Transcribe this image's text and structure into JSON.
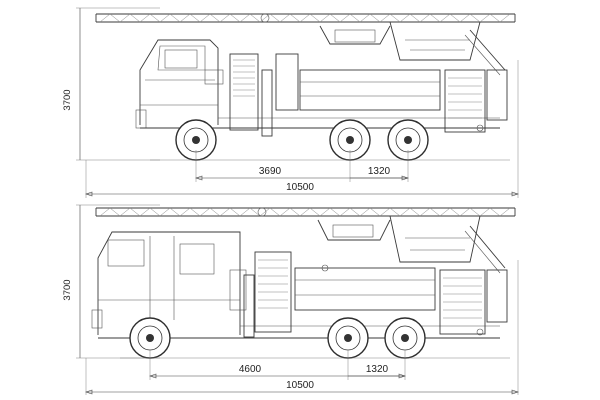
{
  "diagram": {
    "views": [
      {
        "id": "top",
        "height_dim": "3700",
        "wheelbase_dim": "3690",
        "axle_spacing_dim": "1320",
        "overall_length_dim": "10500"
      },
      {
        "id": "bottom",
        "height_dim": "3700",
        "wheelbase_dim": "4600",
        "axle_spacing_dim": "1320",
        "overall_length_dim": "10500"
      }
    ],
    "colors": {
      "line": "#3a3a3a",
      "background": "#ffffff"
    }
  }
}
